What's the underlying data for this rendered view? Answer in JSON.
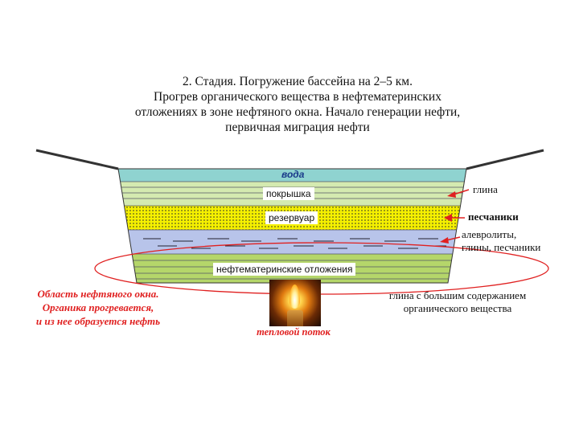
{
  "title": {
    "lines": [
      "2. Стадия. Погружение бассейна на 2–5 км.",
      "Прогрев органического вещества в нефтематеринских",
      "отложениях в зоне нефтяного окна. Начало генерации нефти,",
      "первичная миграция нефти"
    ]
  },
  "layers": {
    "water": "вода",
    "cap": "покрышка",
    "reservoir": "резервуар",
    "source": "нефтематеринские отложения"
  },
  "right_labels": {
    "clay": "глина",
    "sandstones": "песчаники",
    "siltstones_line1": "алевролиты,",
    "siltstones_line2": "глины, песчаники",
    "organic_clay_line1": "глина с большим содержанием",
    "organic_clay_line2": "органического вещества"
  },
  "left_note": {
    "line1": "Область нефтяного окна.",
    "line2": "Органика прогревается,",
    "line3": "и из нее образуется нефть"
  },
  "heat_flow": "тепловой поток",
  "colors": {
    "water": "#8fd3d0",
    "cap": "#d4eab0",
    "reservoir": "#f5f000",
    "siltstone": "#b8c4ea",
    "source": "#b5d66a",
    "arrow_red": "#e02020",
    "oval_red": "#e02020"
  },
  "icons": {
    "heat_source": "candle-flame-icon"
  }
}
